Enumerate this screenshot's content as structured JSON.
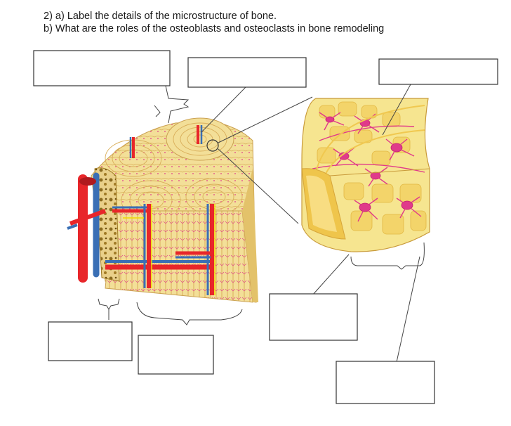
{
  "question": {
    "line_a": "2) a) Label the details of the microstructure of bone.",
    "line_b": "b) What are the roles of the osteoblasts and osteoclasts in bone remodeling"
  },
  "labels": [
    {
      "id": "box-top-left",
      "text": ""
    },
    {
      "id": "box-top-center",
      "text": ""
    },
    {
      "id": "box-top-right",
      "text": ""
    },
    {
      "id": "box-bottom-far-left",
      "text": ""
    },
    {
      "id": "box-bottom-left",
      "text": ""
    },
    {
      "id": "box-bottom-center",
      "text": ""
    },
    {
      "id": "box-bottom-right",
      "text": ""
    }
  ],
  "colors": {
    "bone": "#f3df98",
    "bone_dark": "#e3c26a",
    "lamella_line": "#d9ae5a",
    "canaliculi": "#e03a8a",
    "artery": "#e8262a",
    "vein": "#3a6fb5",
    "nerve": "#f2d900",
    "spongy": "#c9a64a",
    "leader": "#555555"
  }
}
